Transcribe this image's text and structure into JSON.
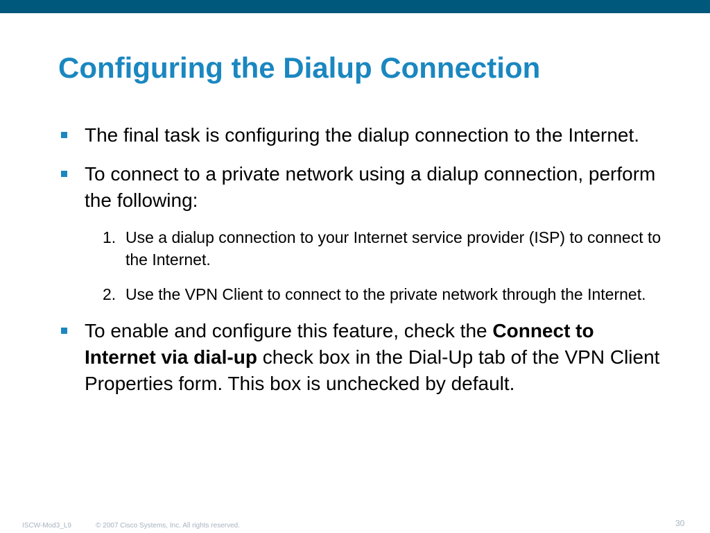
{
  "slide": {
    "title": "Configuring the Dialup Connection",
    "bullets": [
      {
        "text": "The final task is configuring the dialup connection to the Internet."
      },
      {
        "text": "To connect to a private network using a dialup connection, perform the following:",
        "steps": [
          {
            "number": "1.",
            "text": "Use a dialup connection to your Internet service provider (ISP) to connect to the Internet."
          },
          {
            "number": "2.",
            "text": "Use the VPN Client to connect to the private network through the Internet."
          }
        ]
      },
      {
        "text_before": "To enable and configure this feature, check the ",
        "text_bold": "Connect to Internet via dial-up",
        "text_after": " check box in the Dial-Up tab of the VPN Client Properties form. This box is unchecked by default."
      }
    ]
  },
  "footer": {
    "course_code": "ISCW-Mod3_L9",
    "copyright": "© 2007 Cisco Systems, Inc. All rights reserved.",
    "page_number": "30"
  },
  "colors": {
    "top_bar": "#00587c",
    "title": "#1a87c0",
    "bullet": "#1a87c0",
    "footer_text": "#a6b3bf"
  }
}
